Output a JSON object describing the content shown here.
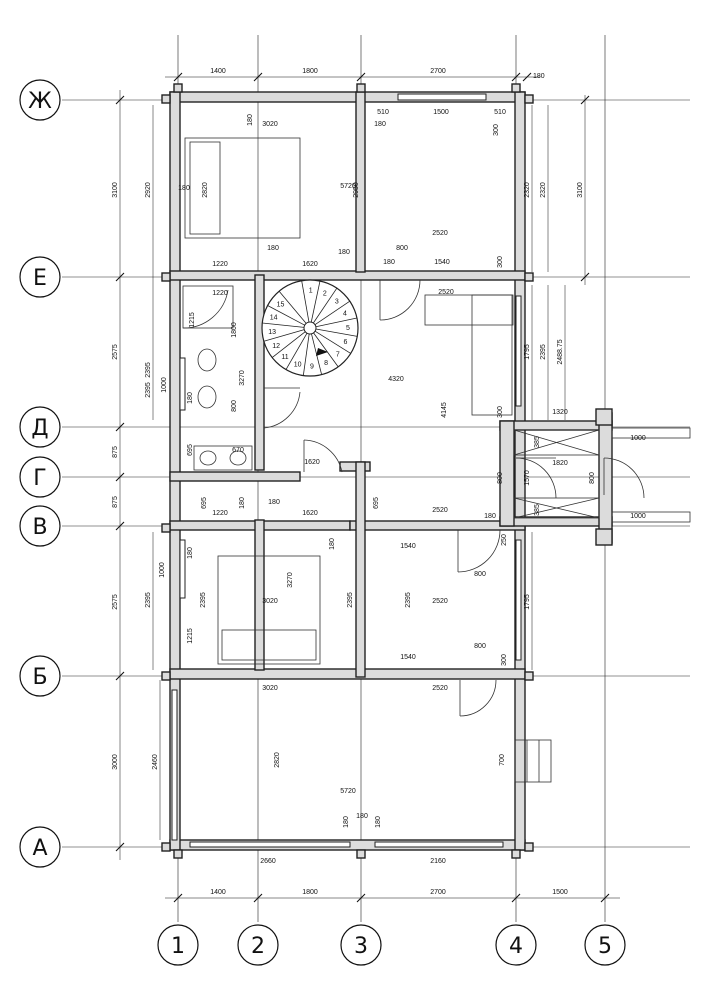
{
  "axes": {
    "rows": [
      "Ж",
      "Е",
      "Д",
      "Г",
      "В",
      "Б",
      "А"
    ],
    "columns": [
      "1",
      "2",
      "3",
      "4",
      "5"
    ]
  },
  "dims": {
    "top_spans": [
      "1400",
      "1800",
      "2700"
    ],
    "top_wall": "180",
    "bottom_spans": [
      "1400",
      "1800",
      "2700",
      "1500"
    ],
    "left_outer": [
      "3100",
      "2575",
      "875",
      "875",
      "2575",
      "3000"
    ],
    "left_inner": [
      "2920",
      "2395",
      "2395",
      "2460"
    ],
    "right_outer": "3100",
    "right_col": [
      "2320",
      "2320",
      "1795",
      "2395",
      "2488.75",
      "1795",
      "700"
    ],
    "bed1": {
      "w": "3020",
      "h": "2820",
      "t1": "180",
      "t2": "180"
    },
    "top_window": {
      "a": "510",
      "b": "1500",
      "c": "510",
      "d": "300",
      "e": "180"
    },
    "upper_room": {
      "span": "5720",
      "h": "2950",
      "w": "2520",
      "door": "800",
      "b1": "180",
      "b2": "1540",
      "b3": "300"
    },
    "row_e": {
      "a": "1220",
      "b": "1620",
      "c": "180",
      "d": "180"
    },
    "bath": {
      "a": "1220",
      "b": "1215",
      "c": "1800",
      "d": "2395",
      "e": "1000",
      "f": "180",
      "g": "800",
      "h": "3270",
      "i": "695",
      "j": "670"
    },
    "stair_steps": [
      "1",
      "2",
      "3",
      "4",
      "5",
      "6",
      "7",
      "8",
      "9",
      "10",
      "11",
      "12",
      "13",
      "14",
      "15"
    ],
    "hall": {
      "a": "2520",
      "w": "4320",
      "h": "4145",
      "b": "300",
      "c": "1620"
    },
    "porch": {
      "a": "1320",
      "b": "1000",
      "c": "1820",
      "d": "385",
      "e": "1570",
      "f": "800",
      "g": "800",
      "h": "385",
      "i": "1000"
    },
    "row_v": {
      "a": "695",
      "b": "180",
      "c": "180",
      "d": "1220",
      "e": "1620",
      "f": "695",
      "g": "2520",
      "h": "180",
      "i": "250"
    },
    "bed2": {
      "w": "3020",
      "h": "3270",
      "win": "1000",
      "a": "180",
      "b": "2395",
      "c": "2395",
      "d": "1215",
      "e": "180"
    },
    "mid_room": {
      "a": "1540",
      "b": "800",
      "c": "2395",
      "d": "2520",
      "e": "800",
      "f": "1540",
      "g": "300",
      "h": "2520"
    },
    "row_b": {
      "a": "3020"
    },
    "lower": {
      "span": "5720",
      "h": "2820",
      "a": "180",
      "b": "180",
      "c": "180",
      "l": "2660",
      "r": "2160"
    }
  }
}
